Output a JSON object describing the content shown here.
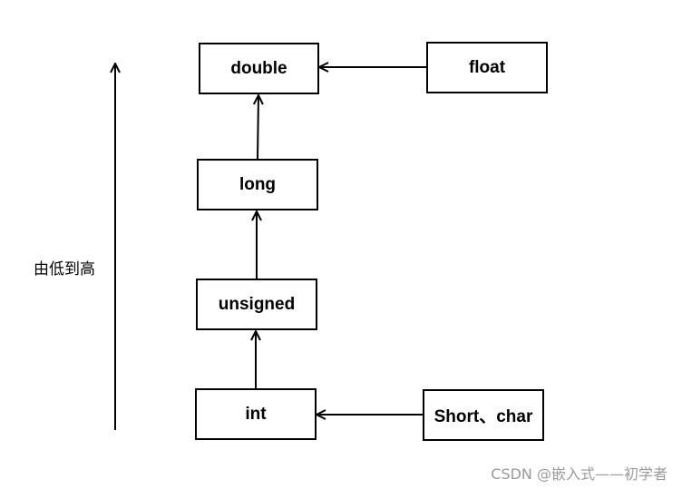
{
  "nodes": {
    "double": "double",
    "float": "float",
    "long": "long",
    "unsigned": "unsigned",
    "int": "int",
    "short_char": "Short、char"
  },
  "side_label": "由低到高",
  "watermark": "CSDN @嵌入式——初学者"
}
